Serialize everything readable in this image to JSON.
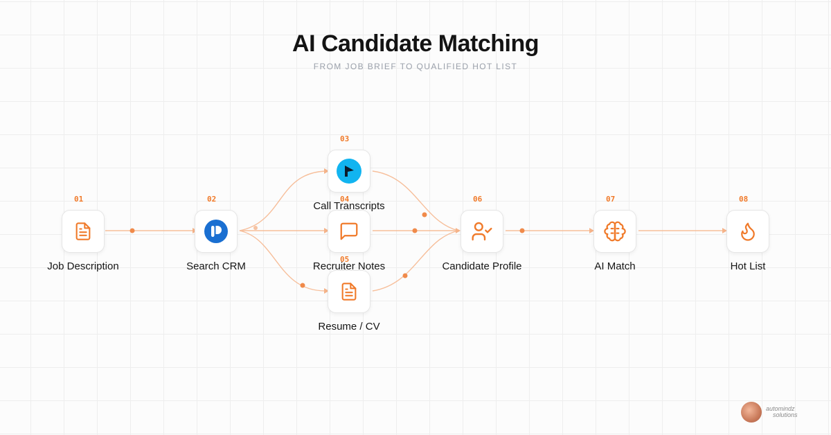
{
  "header": {
    "title": "AI Candidate Matching",
    "subtitle": "FROM JOB BRIEF TO QUALIFIED HOT LIST"
  },
  "colors": {
    "accent": "#f07a2a",
    "connector": "#f6b48a"
  },
  "steps": [
    {
      "num": "01",
      "label": "Job Description",
      "icon": "document-icon"
    },
    {
      "num": "02",
      "label": "Search CRM",
      "icon": "crm-logo-icon"
    },
    {
      "num": "03",
      "label": "Call Transcripts",
      "icon": "call-transcript-logo-icon"
    },
    {
      "num": "04",
      "label": "Recruiter Notes",
      "icon": "message-square-icon"
    },
    {
      "num": "05",
      "label": "Resume / CV",
      "icon": "document-icon"
    },
    {
      "num": "06",
      "label": "Candidate Profile",
      "icon": "user-check-icon"
    },
    {
      "num": "07",
      "label": "AI Match",
      "icon": "brain-icon"
    },
    {
      "num": "08",
      "label": "Hot List",
      "icon": "flame-icon"
    }
  ],
  "footer": {
    "logo_line1": "automindz",
    "logo_line2": "solutions"
  }
}
